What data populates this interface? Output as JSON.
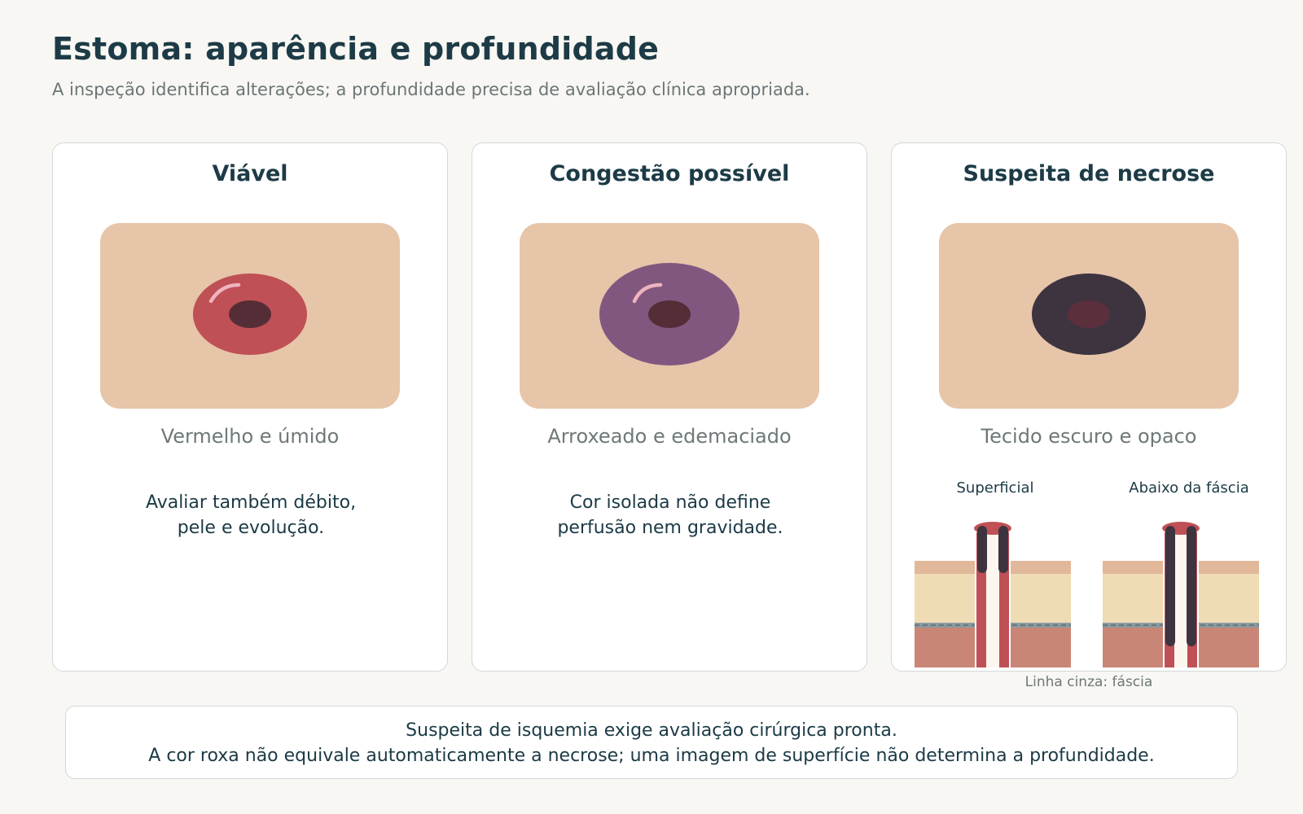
{
  "title": "Estoma: aparência e profundidade",
  "subtitle": "A inspeção identifica alterações; a profundidade precisa de avaliação clínica apropriada.",
  "colors": {
    "skin": "#e6c5a9",
    "viable_stoma": "#bf5055",
    "congested_stoma": "#82577f",
    "necrotic_stoma": "#3e3440",
    "lumen": "#552d37",
    "highlight": "#eeb4bf",
    "fascia": "#8a9aa0",
    "muscle": "#c98676",
    "fat": "#f0dcb4",
    "dermis": "#e1b89a",
    "text_dark": "#1d3b46",
    "text_muted": "#6e7878"
  },
  "cards": [
    {
      "title": "Viável",
      "appearance": "Vermelho e úmido",
      "note": "Avaliar também débito,\npele e evolução.",
      "icon": "viable-stoma-icon"
    },
    {
      "title": "Congestão possível",
      "appearance": "Arroxeado e edemaciado",
      "note": "Cor isolada não define\nperfusão nem gravidade.",
      "icon": "congested-stoma-icon"
    },
    {
      "title": "Suspeita de necrose",
      "appearance": "Tecido escuro e opaco",
      "icon": "necrotic-stoma-icon",
      "depth": {
        "superficial_label": "Superficial",
        "deep_label": "Abaixo da fáscia",
        "caption": "Linha cinza: fáscia"
      }
    }
  ],
  "warning": {
    "line1": "Suspeita de isquemia exige avaliação cirúrgica pronta.",
    "line2": "A cor roxa não equivale automaticamente a necrose; uma imagem de superfície não determina a profundidade."
  }
}
